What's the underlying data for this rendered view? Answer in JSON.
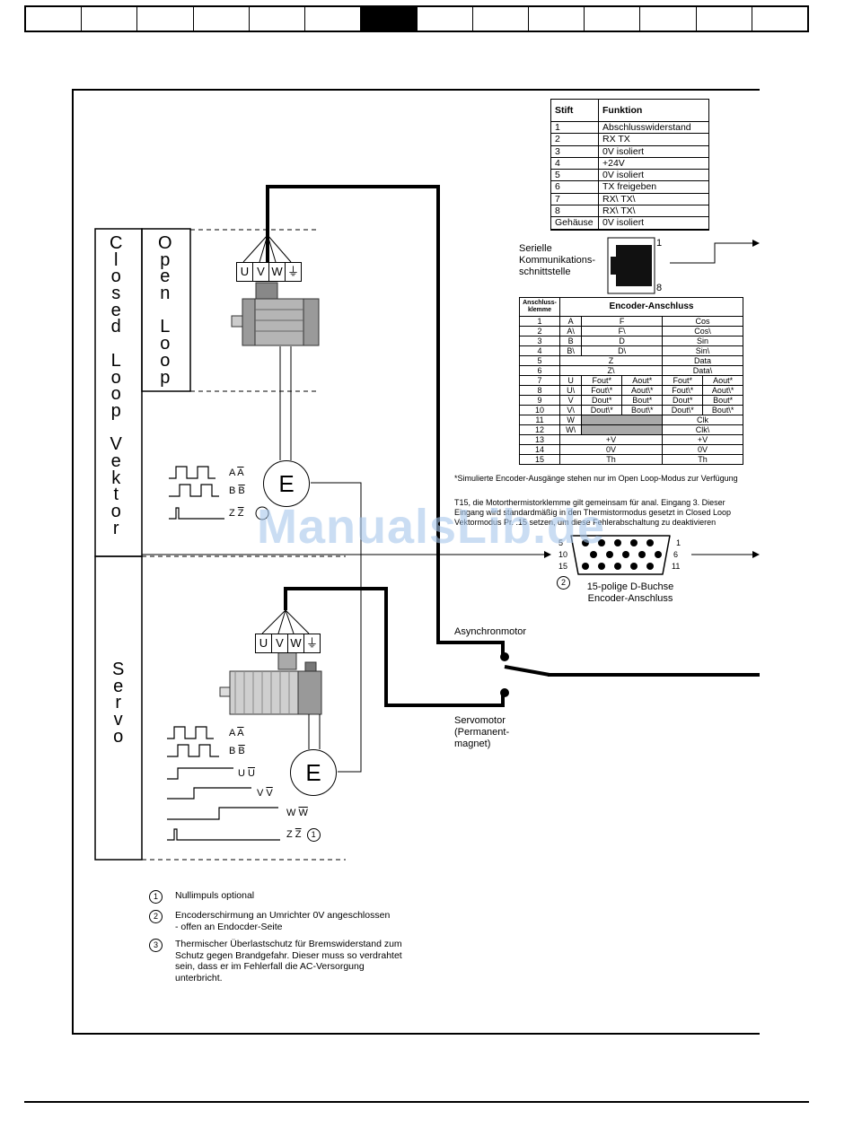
{
  "header_tabs": 14,
  "labels": {
    "closed_loop_vektor": "Closed Loop Vektor",
    "open_loop": "Open Loop",
    "servo": "Servo",
    "terminal_uvw": [
      "U",
      "V",
      "W",
      "⏚"
    ],
    "encoder": "E",
    "serial_label": "Serielle Kommunikations-schnittstelle",
    "rj45_pin1": "1",
    "rj45_pin8": "8",
    "dsub_title_1": "15-polige D-Buchse",
    "dsub_title_2": "Encoder-Anschluss",
    "dsub_pins": {
      "p5": "5",
      "p10": "10",
      "p15": "15",
      "p1": "1",
      "p6": "6",
      "p11": "11"
    },
    "async_motor": "Asynchronmotor",
    "servo_motor": "Servomotor (Permanent-magnet)",
    "marker_2": "2",
    "marker_1": "1"
  },
  "signals_open": [
    {
      "name": "A",
      "bar": "A"
    },
    {
      "name": "B",
      "bar": "B"
    },
    {
      "name": "Z",
      "bar": "Z"
    }
  ],
  "signals_servo": [
    {
      "name": "A",
      "bar": "A"
    },
    {
      "name": "B",
      "bar": "B"
    },
    {
      "name": "U",
      "bar": "U"
    },
    {
      "name": "V",
      "bar": "V"
    },
    {
      "name": "W",
      "bar": "W"
    },
    {
      "name": "Z",
      "bar": "Z"
    }
  ],
  "pin_table": {
    "header": [
      "Stift",
      "Funktion"
    ],
    "rows": [
      [
        "1",
        "Abschlusswiderstand"
      ],
      [
        "2",
        "RX TX"
      ],
      [
        "3",
        "0V isoliert"
      ],
      [
        "4",
        "+24V"
      ],
      [
        "5",
        "0V isoliert"
      ],
      [
        "6",
        "TX freigeben"
      ],
      [
        "7",
        "RX\\ TX\\"
      ],
      [
        "8",
        "RX\\ TX\\"
      ],
      [
        "Gehäuse",
        "0V isoliert"
      ]
    ]
  },
  "encoder_table": {
    "header": [
      "Anschluss-klemme",
      "Encoder-Anschluss"
    ],
    "rows": [
      [
        "1",
        "A",
        "F",
        "Cos"
      ],
      [
        "2",
        "A\\",
        "F\\",
        "Cos\\"
      ],
      [
        "3",
        "B",
        "D",
        "Sin"
      ],
      [
        "4",
        "B\\",
        "D\\",
        "Sin\\"
      ],
      [
        "5",
        "Z",
        "Data"
      ],
      [
        "6",
        "Z\\",
        "Data\\"
      ],
      [
        "7",
        "U",
        "Fout*",
        "Aout*",
        "Fout*",
        "Aout*"
      ],
      [
        "8",
        "U\\",
        "Fout\\*",
        "Aout\\*",
        "Fout\\*",
        "Aout\\*"
      ],
      [
        "9",
        "V",
        "Dout*",
        "Bout*",
        "Dout*",
        "Bout*"
      ],
      [
        "10",
        "V\\",
        "Dout\\*",
        "Bout\\*",
        "Dout\\*",
        "Bout\\*"
      ],
      [
        "11",
        "W",
        "",
        "Clk"
      ],
      [
        "12",
        "W\\",
        "",
        "Clk\\"
      ],
      [
        "13",
        "+V",
        "+V"
      ],
      [
        "14",
        "0V",
        "0V"
      ],
      [
        "15",
        "Th",
        "Th"
      ]
    ]
  },
  "encoder_notes": [
    "*Simulierte Encoder-Ausgänge stehen nur im Open Loop-Modus zur Verfügung",
    "T15, die Motorthermistorklemme gilt gemeinsam für anal. Eingang 3. Dieser Eingang wird standardmäßig in den Thermistormodus gesetzt in Closed Loop Vektormodus Pr. .15 setzen, um diese Fehlerabschaltung zu deaktivieren"
  ],
  "legend": [
    {
      "num": "1",
      "text": "Nullimpuls optional"
    },
    {
      "num": "2",
      "text": "Encoderschirmung an Umrichter 0V angeschlossen - offen an Endocder-Seite"
    },
    {
      "num": "3",
      "text": "Thermischer Überlastschutz für Bremswiderstand zum Schutz gegen Brandgefahr. Dieser muss so verdrahtet sein, dass er im Fehlerfall die AC-Versorgung unterbricht."
    }
  ],
  "watermark": "ManualsLib.de",
  "colors": {
    "line": "#000000",
    "shade": "#aaaaaa",
    "watermark": "#a7c7ec"
  }
}
